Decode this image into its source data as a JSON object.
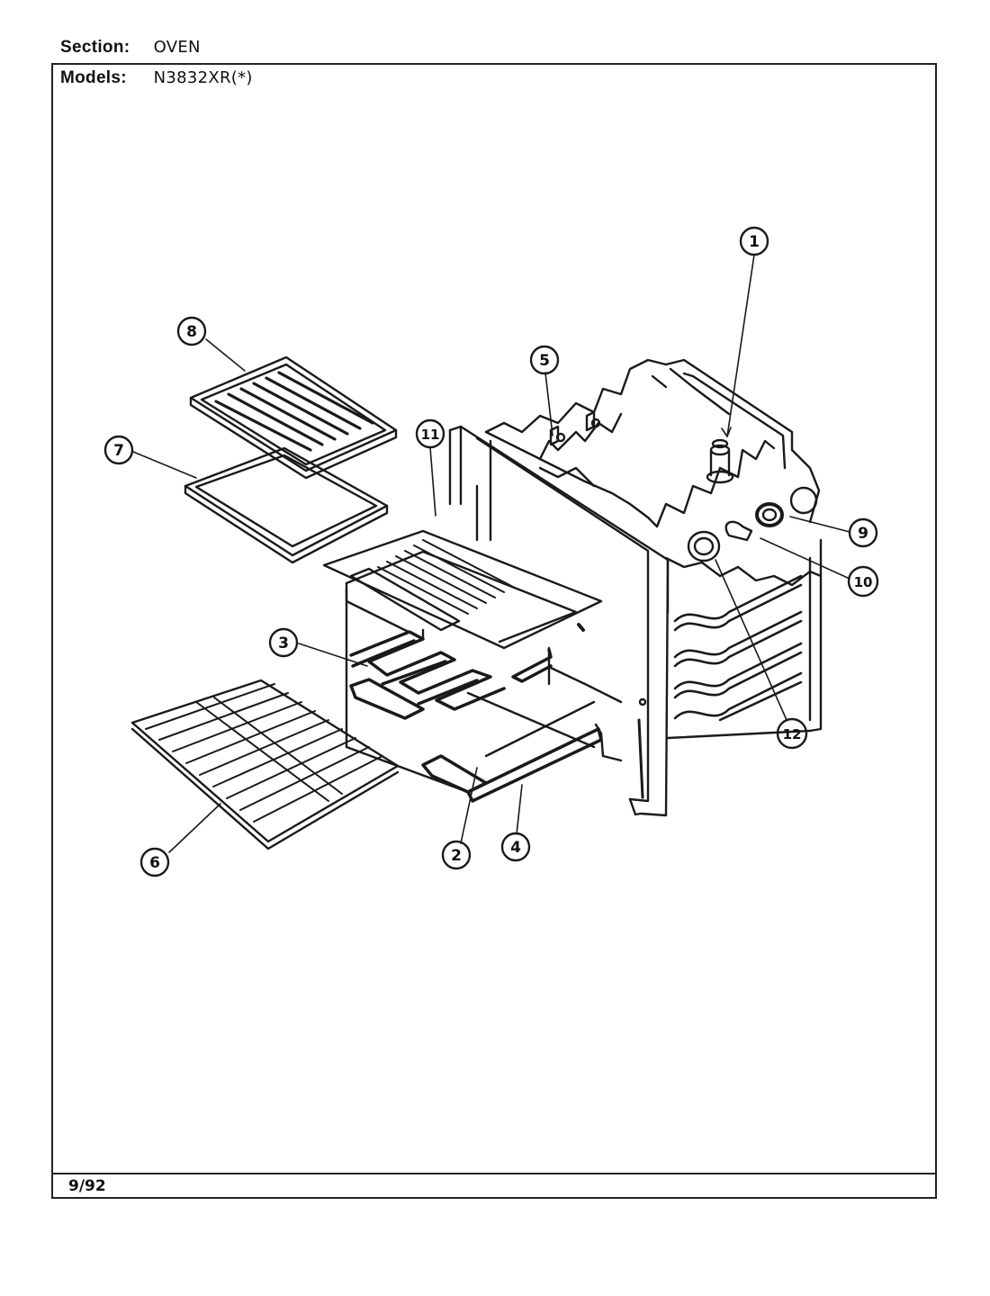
{
  "header": {
    "section_label": "Section:",
    "section_value": "OVEN",
    "models_label": "Models:",
    "models_value": "N3832XR(*)"
  },
  "footer": {
    "date": "9/92"
  },
  "callouts": [
    "1",
    "2",
    "3",
    "4",
    "5",
    "6",
    "7",
    "8",
    "9",
    "10",
    "11",
    "12"
  ]
}
